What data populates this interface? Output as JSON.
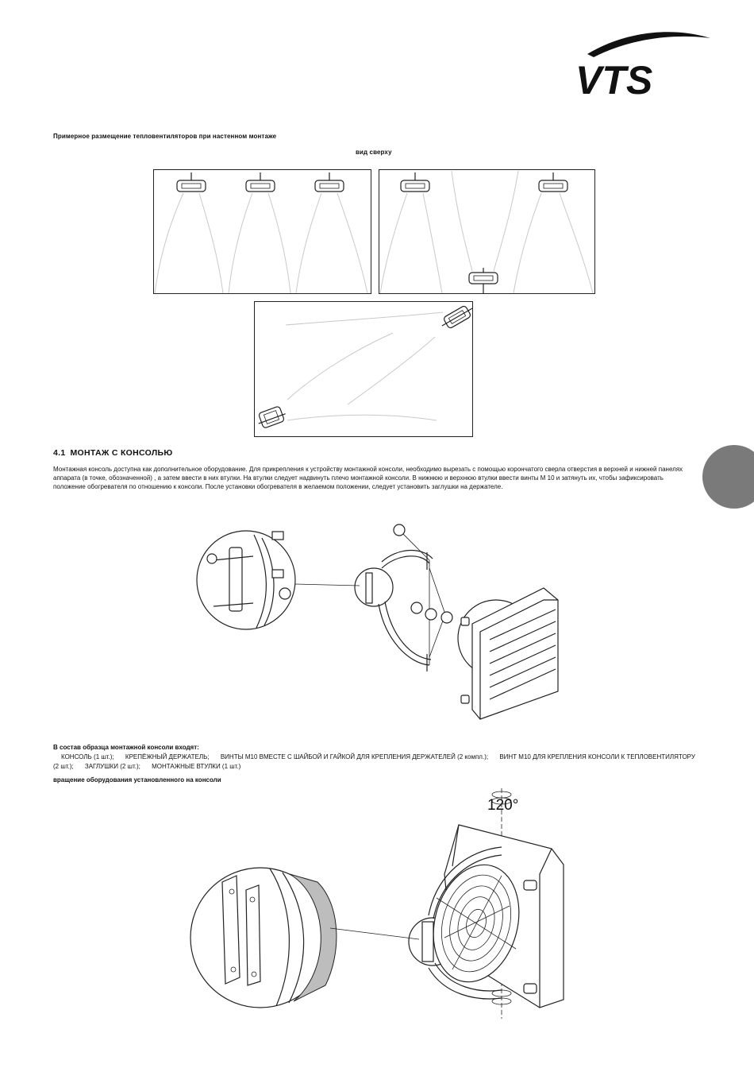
{
  "brand": {
    "logo_text": "VTS"
  },
  "placement_section": {
    "caption": "Примерное размещение тепловентиляторов при настенном монтаже",
    "view_label": "вид сверху"
  },
  "console_section": {
    "number": "4.1",
    "heading": "МОНТАЖ С КОНСОЛЬЮ",
    "paragraph": "Монтажная консоль доступна как дополнительное оборудование. Для прикрепления к устройству монтажной консоли, необходимо вырезать с помощью корончатого сверла отверстия в верхней и нижней панелях аппарата (в точке, обозначенной)   , а затем ввести в них втулки. На втулки следует надвинуть плечо монтажной консоли. В нижнюю и верхнюю втулки ввести винты М 10 и затянуть их, чтобы зафиксировать положение обогревателя по отношению к консоли. После установки обогревателя в желаемом положении, следует установить заглушки на держателе."
  },
  "kit_section": {
    "title": "В состав образца монтажной консоли входят:",
    "items": [
      "КОНСОЛЬ (1 шт.);",
      "КРЕПЁЖНЫЙ ДЕРЖАТЕЛЬ;",
      "ВИНТЫ  M10 ВМЕСТЕ С ШАЙБОЙ И ГАЙКОЙ ДЛЯ КРЕПЛЕНИЯ ДЕРЖАТЕЛЕЙ (2 компл.);",
      "ВИНТ M10  ДЛЯ КРЕПЛЕНИЯ КОНСОЛИ К ТЕПЛОВЕНТИЛЯТОРУ (2 шт.);",
      "ЗАГЛУШКИ (2 шт.);",
      "МОНТАЖНЫЕ ВТУЛКИ (1 шт.)"
    ]
  },
  "rotation_section": {
    "caption": "вращение оборудования установленного на консоли",
    "angle": "120°"
  },
  "colors": {
    "tab_marker": "#7a7a7a",
    "airflow": "#c9c9c9",
    "line": "#222222"
  }
}
